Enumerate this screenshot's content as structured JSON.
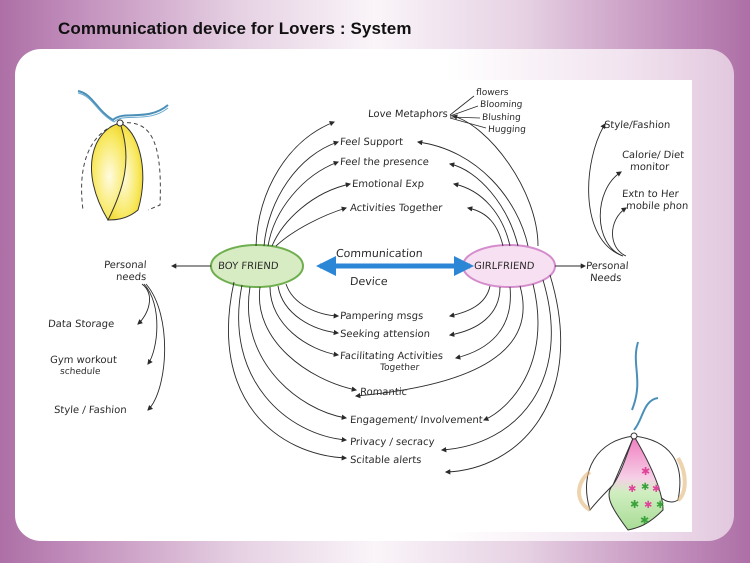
{
  "header": {
    "title": "Communication device for Lovers : System"
  },
  "diagram": {
    "nodes": {
      "boyfriend": "BOY FRIEND",
      "girlfriend": "GIRLFRIEND",
      "device_line1": "Communication",
      "device_line2": "Device"
    },
    "shared_features": {
      "upper": [
        "Love Metaphors",
        "Feel Support",
        "Feel the presence",
        "Emotional Exp",
        "Activities Together"
      ],
      "lower": [
        "Pampering msgs",
        "Seeking attension",
        "Facilitating Activities",
        "Together",
        "Romantic",
        "Engagement/ Involvement",
        "Privacy / secracy",
        "Scitable alerts"
      ]
    },
    "love_metaphors": [
      "flowers",
      "Blooming",
      "Blushing",
      "Hugging"
    ],
    "boyfriend_personal": {
      "label_line1": "Personal",
      "label_line2": "needs",
      "items": [
        "Data Storage",
        "Gym workout",
        "schedule",
        "Style / Fashion"
      ]
    },
    "girlfriend_personal": {
      "label_line1": "Personal",
      "label_line2": "Needs",
      "items": [
        "Style/Fashion",
        "Calorie/ Diet",
        "monitor",
        "Extn to Her",
        "mobile phon"
      ]
    },
    "colors": {
      "boyfriend_fill": "#cfe6b8",
      "boyfriend_stroke": "#6fae4f",
      "girlfriend_fill": "#f4d8ef",
      "girlfriend_stroke": "#d48ccc",
      "device_arrow": "#2b86d6",
      "ink": "#2a2a2a",
      "pendant_yellow": "#f5e24a",
      "pendant_pink": "#e0449a",
      "pendant_green": "#3aa23a",
      "cord_blue": "#4a8fb8"
    }
  }
}
